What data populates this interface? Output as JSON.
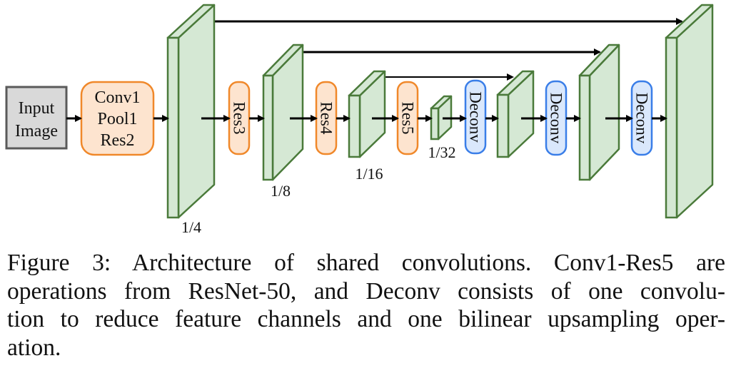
{
  "figure": {
    "input_box": {
      "lines": [
        "Input",
        "Image"
      ]
    },
    "conv_box": {
      "lines": [
        "Conv1",
        "Pool1",
        "Res2"
      ]
    },
    "ops": [
      {
        "id": "res3",
        "label": "Res3",
        "kind": "res"
      },
      {
        "id": "res4",
        "label": "Res4",
        "kind": "res"
      },
      {
        "id": "res5",
        "label": "Res5",
        "kind": "res"
      },
      {
        "id": "deconv1",
        "label": "Deconv",
        "kind": "deconv"
      },
      {
        "id": "deconv2",
        "label": "Deconv",
        "kind": "deconv"
      },
      {
        "id": "deconv3",
        "label": "Deconv",
        "kind": "deconv"
      }
    ],
    "feature_maps": [
      {
        "id": "fm1",
        "scale_label": "1/4"
      },
      {
        "id": "fm2",
        "scale_label": "1/8"
      },
      {
        "id": "fm3",
        "scale_label": "1/16"
      },
      {
        "id": "fm4",
        "scale_label": "1/32"
      },
      {
        "id": "fm5",
        "scale_label": ""
      },
      {
        "id": "fm6",
        "scale_label": ""
      },
      {
        "id": "fm7",
        "scale_label": ""
      }
    ],
    "skip_connections": [
      {
        "from": "fm1",
        "to": "fm7"
      },
      {
        "from": "fm2",
        "to": "fm6"
      },
      {
        "from": "fm3",
        "to": "fm5"
      }
    ],
    "colors": {
      "feature_fill": "#d5e8d4",
      "feature_stroke": "#4a7a3a",
      "res_fill": "#fde4cf",
      "res_stroke": "#f0882a",
      "deconv_fill": "#dae8fc",
      "deconv_stroke": "#3a7ee8",
      "input_fill": "#d9d9d9",
      "input_stroke": "#5a5a5a",
      "arrow": "#000000"
    }
  },
  "caption": {
    "lines": [
      "Figure 3: Architecture of shared convolutions. Conv1-Res5 are",
      "operations from ResNet-50, and Deconv consists of one convolu-",
      "tion to reduce feature channels and one bilinear upsampling oper-",
      "ation."
    ]
  }
}
